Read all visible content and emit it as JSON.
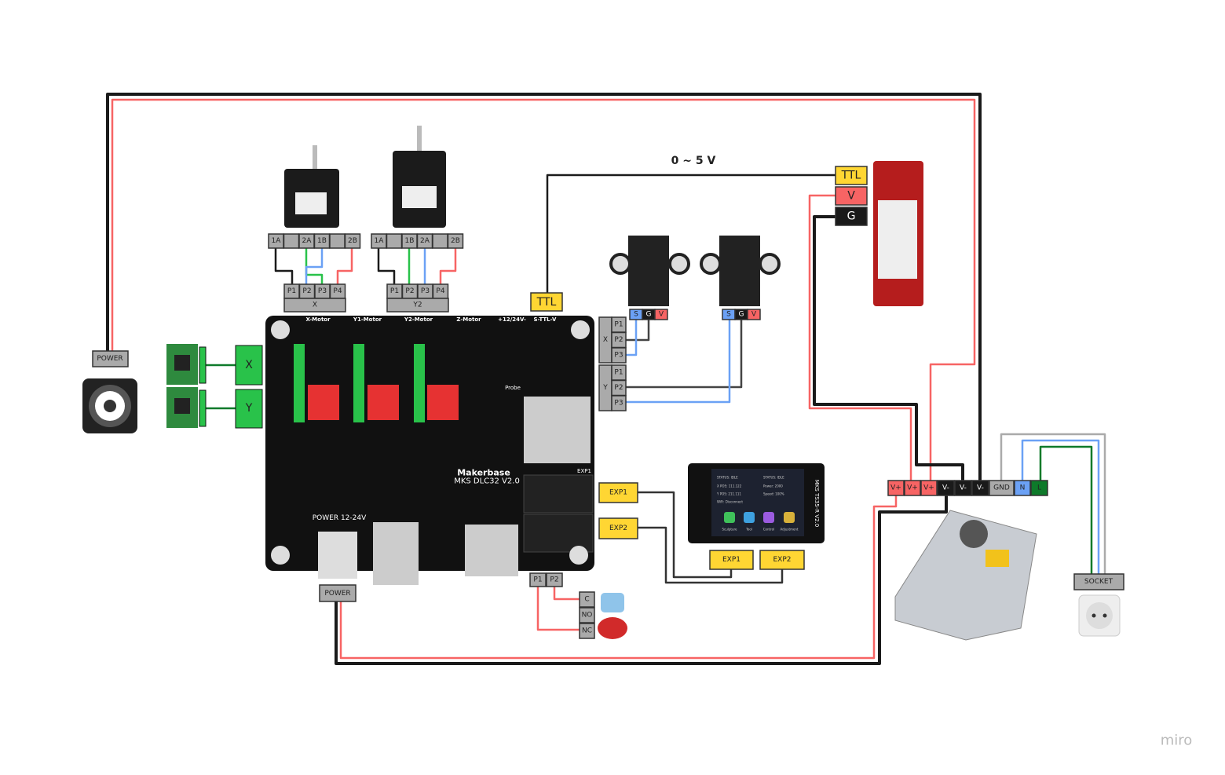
{
  "voltage_label": "0 ~ 5 V",
  "watermark": "miro",
  "fan": {
    "label": "POWER"
  },
  "drivers": [
    {
      "label": "X"
    },
    {
      "label": "Y"
    }
  ],
  "motor_headers": [
    {
      "pins": [
        "1A",
        "",
        "2A",
        "1B",
        "",
        "2B"
      ],
      "board_pins": [
        "P1",
        "P2",
        "P3",
        "P4"
      ],
      "name": "X"
    },
    {
      "pins": [
        "1A",
        "",
        "1B",
        "2A",
        "",
        "2B"
      ],
      "board_pins": [
        "P1",
        "P2",
        "P3",
        "P4"
      ],
      "name": "Y2"
    }
  ],
  "board": {
    "name": "Makerbase",
    "model": "MKS DLC32 V2.0",
    "headers": [
      "X-Motor",
      "Y1-Motor",
      "Y2-Motor",
      "Z-Motor",
      "+12/24V-",
      "S-TTL-V"
    ],
    "power_text": "POWER 12-24V",
    "probe": "Probe",
    "exp1": "EXP1",
    "power_label": "POWER",
    "ttl_label": "TTL"
  },
  "endstop_ports": [
    {
      "name": "X",
      "pins": [
        "P1",
        "P2",
        "P3"
      ]
    },
    {
      "name": "Y",
      "pins": [
        "P1",
        "P2",
        "P3"
      ]
    }
  ],
  "endstop_switch_pins": [
    "S",
    "G",
    "V"
  ],
  "laser": {
    "pins": [
      "TTL",
      "V",
      "G"
    ]
  },
  "psu": {
    "terminals": [
      "V+",
      "V+",
      "V+",
      "V-",
      "V-",
      "V-",
      "GND",
      "N",
      "L"
    ]
  },
  "socket": {
    "label": "SOCKET"
  },
  "display": {
    "board_exp": [
      "EXP1",
      "EXP2"
    ],
    "display_exp": [
      "EXP1",
      "EXP2"
    ],
    "model": "MKS TS35-R V2.0",
    "status": [
      "STATUS: IDLE",
      "X POS: 111.122",
      "Y POS: 211.111",
      "WiFi: Disconnect",
      "STATUS: IDLE",
      "Power: 2000",
      "Speed: 100%"
    ],
    "buttons": [
      "Sculpture",
      "Tool",
      "Control",
      "Adjustment"
    ]
  },
  "estop": {
    "board_pins": [
      "P1",
      "P2"
    ],
    "switch_pins": [
      "C",
      "NO",
      "NC"
    ]
  },
  "colors": {
    "red": "#f76464",
    "black": "#1a1a1a",
    "blue": "#6ba1f5",
    "green": "#29c24a",
    "yellow": "#ffd633",
    "grey": "#aaaaaa",
    "dark_green": "#0e7a2a"
  }
}
